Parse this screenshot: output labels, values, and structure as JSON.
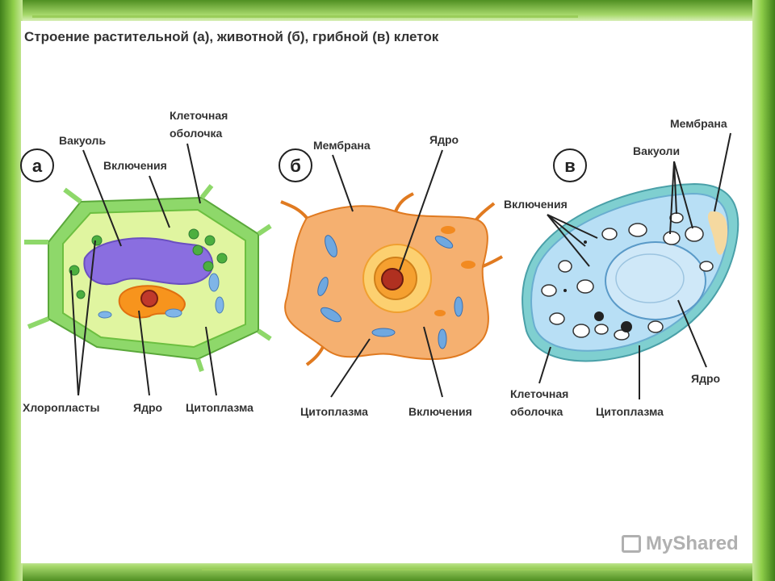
{
  "title": "Строение растительной (а), животной (б), грибной (в) клеток",
  "panels": {
    "a": {
      "letter": "а",
      "labels": {
        "vacuole": "Вакуоль",
        "inclusions": "Включения",
        "cell_wall_1": "Клеточная",
        "cell_wall_2": "оболочка",
        "chloroplasts": "Хлоропласты",
        "nucleus": "Ядро",
        "cytoplasm": "Цитоплазма"
      }
    },
    "b": {
      "letter": "б",
      "labels": {
        "membrane": "Мембрана",
        "nucleus": "Ядро",
        "cytoplasm": "Цитоплазма",
        "inclusions": "Включения"
      }
    },
    "c": {
      "letter": "в",
      "labels": {
        "membrane": "Мембрана",
        "vacuoles": "Вакуоли",
        "inclusions": "Включения",
        "cell_wall_1": "Клеточная",
        "cell_wall_2": "оболочка",
        "cytoplasm": "Цитоплазма",
        "nucleus": "Ядро"
      }
    }
  },
  "watermark": "MyShared",
  "colors": {
    "plant_wall": "#8ed86a",
    "plant_cytoplasm": "#e0f5a0",
    "vacuole": "#8a6ee0",
    "animal_cell": "#f5b070",
    "animal_nucleus": "#f5a030",
    "fungal_wall": "#7fcfd0",
    "fungal_cytoplasm": "#b8dff5"
  }
}
